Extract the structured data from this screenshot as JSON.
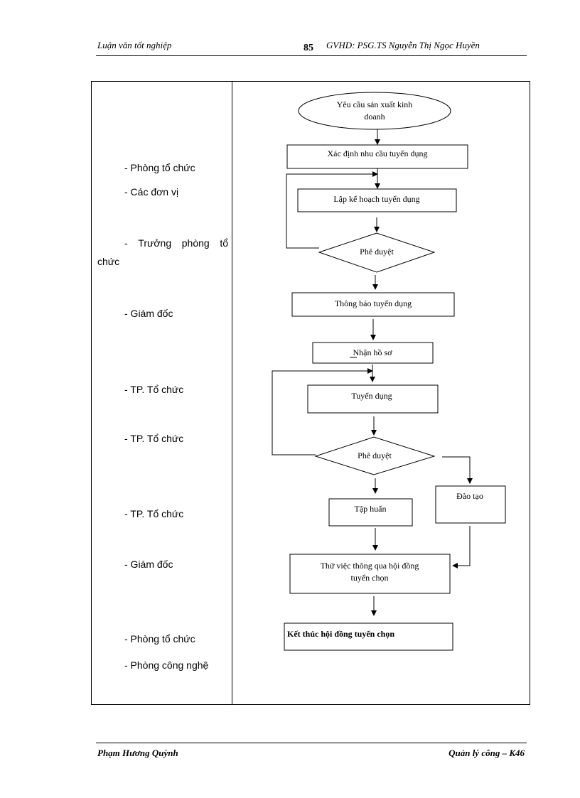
{
  "header": {
    "left": "Luận văn tốt nghiệp",
    "page_number": "85",
    "right": "GVHD: PSG.TS Nguyễn Thị Ngọc Huyền"
  },
  "roles": [
    "- Phòng tổ chức",
    "- Các đơn vị",
    "- Trưởng phòng tổ chức",
    "- Giám đốc",
    "- TP. Tổ chức",
    "- TP. Tổ chức",
    "- TP. Tổ chức",
    "- Giám đốc",
    "- Phòng tổ chức",
    "- Phòng công nghệ"
  ],
  "role_split": {
    "r2_a": "-",
    "r2_b": "Trưởng",
    "r2_c": "phòng",
    "r2_d": "tổ",
    "r2_e": "chức"
  },
  "flow": {
    "start_1": "Yêu cầu sản xuất kinh",
    "start_2": "doanh",
    "need": "Xác định nhu cầu tuyển dụng",
    "plan": "Lập kế hoạch tuyển dụng",
    "approve1": "Phê duyệt",
    "announce": "Thông báo tuyển dụng",
    "receive": "Nhận hồ sơ",
    "recruit": "Tuyển dụng",
    "approve2": "Phê duyệt",
    "train": "Đào tạo",
    "briefing": "Tập huấn",
    "probation_1": "Thử việc thông qua hội đồng",
    "probation_2": "tuyển chọn",
    "end": "Kết thúc hội đồng tuyển chọn"
  },
  "footer": {
    "left": "Phạm Hương Quỳnh",
    "right": "Quản lý công – K46"
  }
}
